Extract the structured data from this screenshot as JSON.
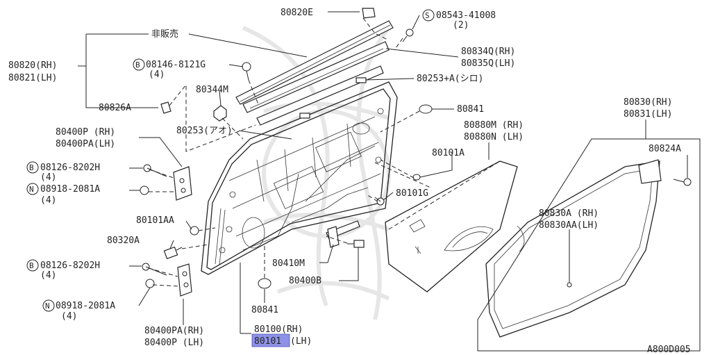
{
  "labels": {
    "p80820E": "80820E",
    "p08543": "08543-41008",
    "p08543_qty": "(2)",
    "p_hibaibai": "非販売",
    "p80820": "80820(RH)",
    "p80821": "80821(LH)",
    "p08146": "08146-8121G",
    "p08146_qty": "(4)",
    "p80834Q": "80834Q(RH)",
    "p80835Q": "80835Q(LH)",
    "p80253A": "80253+A(シロ)",
    "p80344M": "80344M",
    "p80826A": "80826A",
    "p80841_top": "80841",
    "p80830": "80830(RH)",
    "p80831": "80831(LH)",
    "p80400P_rh": "80400P (RH)",
    "p80400PA_lh": "80400PA(LH)",
    "p80253_ao": "80253(アオ)",
    "p80880M": "80880M (RH)",
    "p80880N": "80880N (LH)",
    "p80824A": "80824A",
    "p08126_top": "08126-8202H",
    "p08126_top_qty": "(4)",
    "p08918_top": "08918-2081A",
    "p08918_top_qty": "(4)",
    "p80101A": "80101A",
    "p80101G": "80101G",
    "p80101AA": "80101AA",
    "p80830A": "80830A (RH)",
    "p80830AA": "80830AA(LH)",
    "p80320A": "80320A",
    "p80410M": "80410M",
    "p08126_bot": "08126-8202H",
    "p08126_bot_qty": "(4)",
    "p80400B": "80400B",
    "p08918_bot": "08918-2081A",
    "p08918_bot_qty": "(4)",
    "p80841_bot": "80841",
    "p80400PA_rh": "80400PA(RH)",
    "p80400P_lh": "80400P (LH)",
    "p80100": "80100(RH)",
    "p80101_code": "80101",
    "p80101_side": "(LH)",
    "diagram_id": "A800D005"
  },
  "circled": {
    "S": "S",
    "B": "B",
    "N": "N"
  },
  "colors": {
    "highlight": "#8e92e6",
    "line": "#222222"
  }
}
